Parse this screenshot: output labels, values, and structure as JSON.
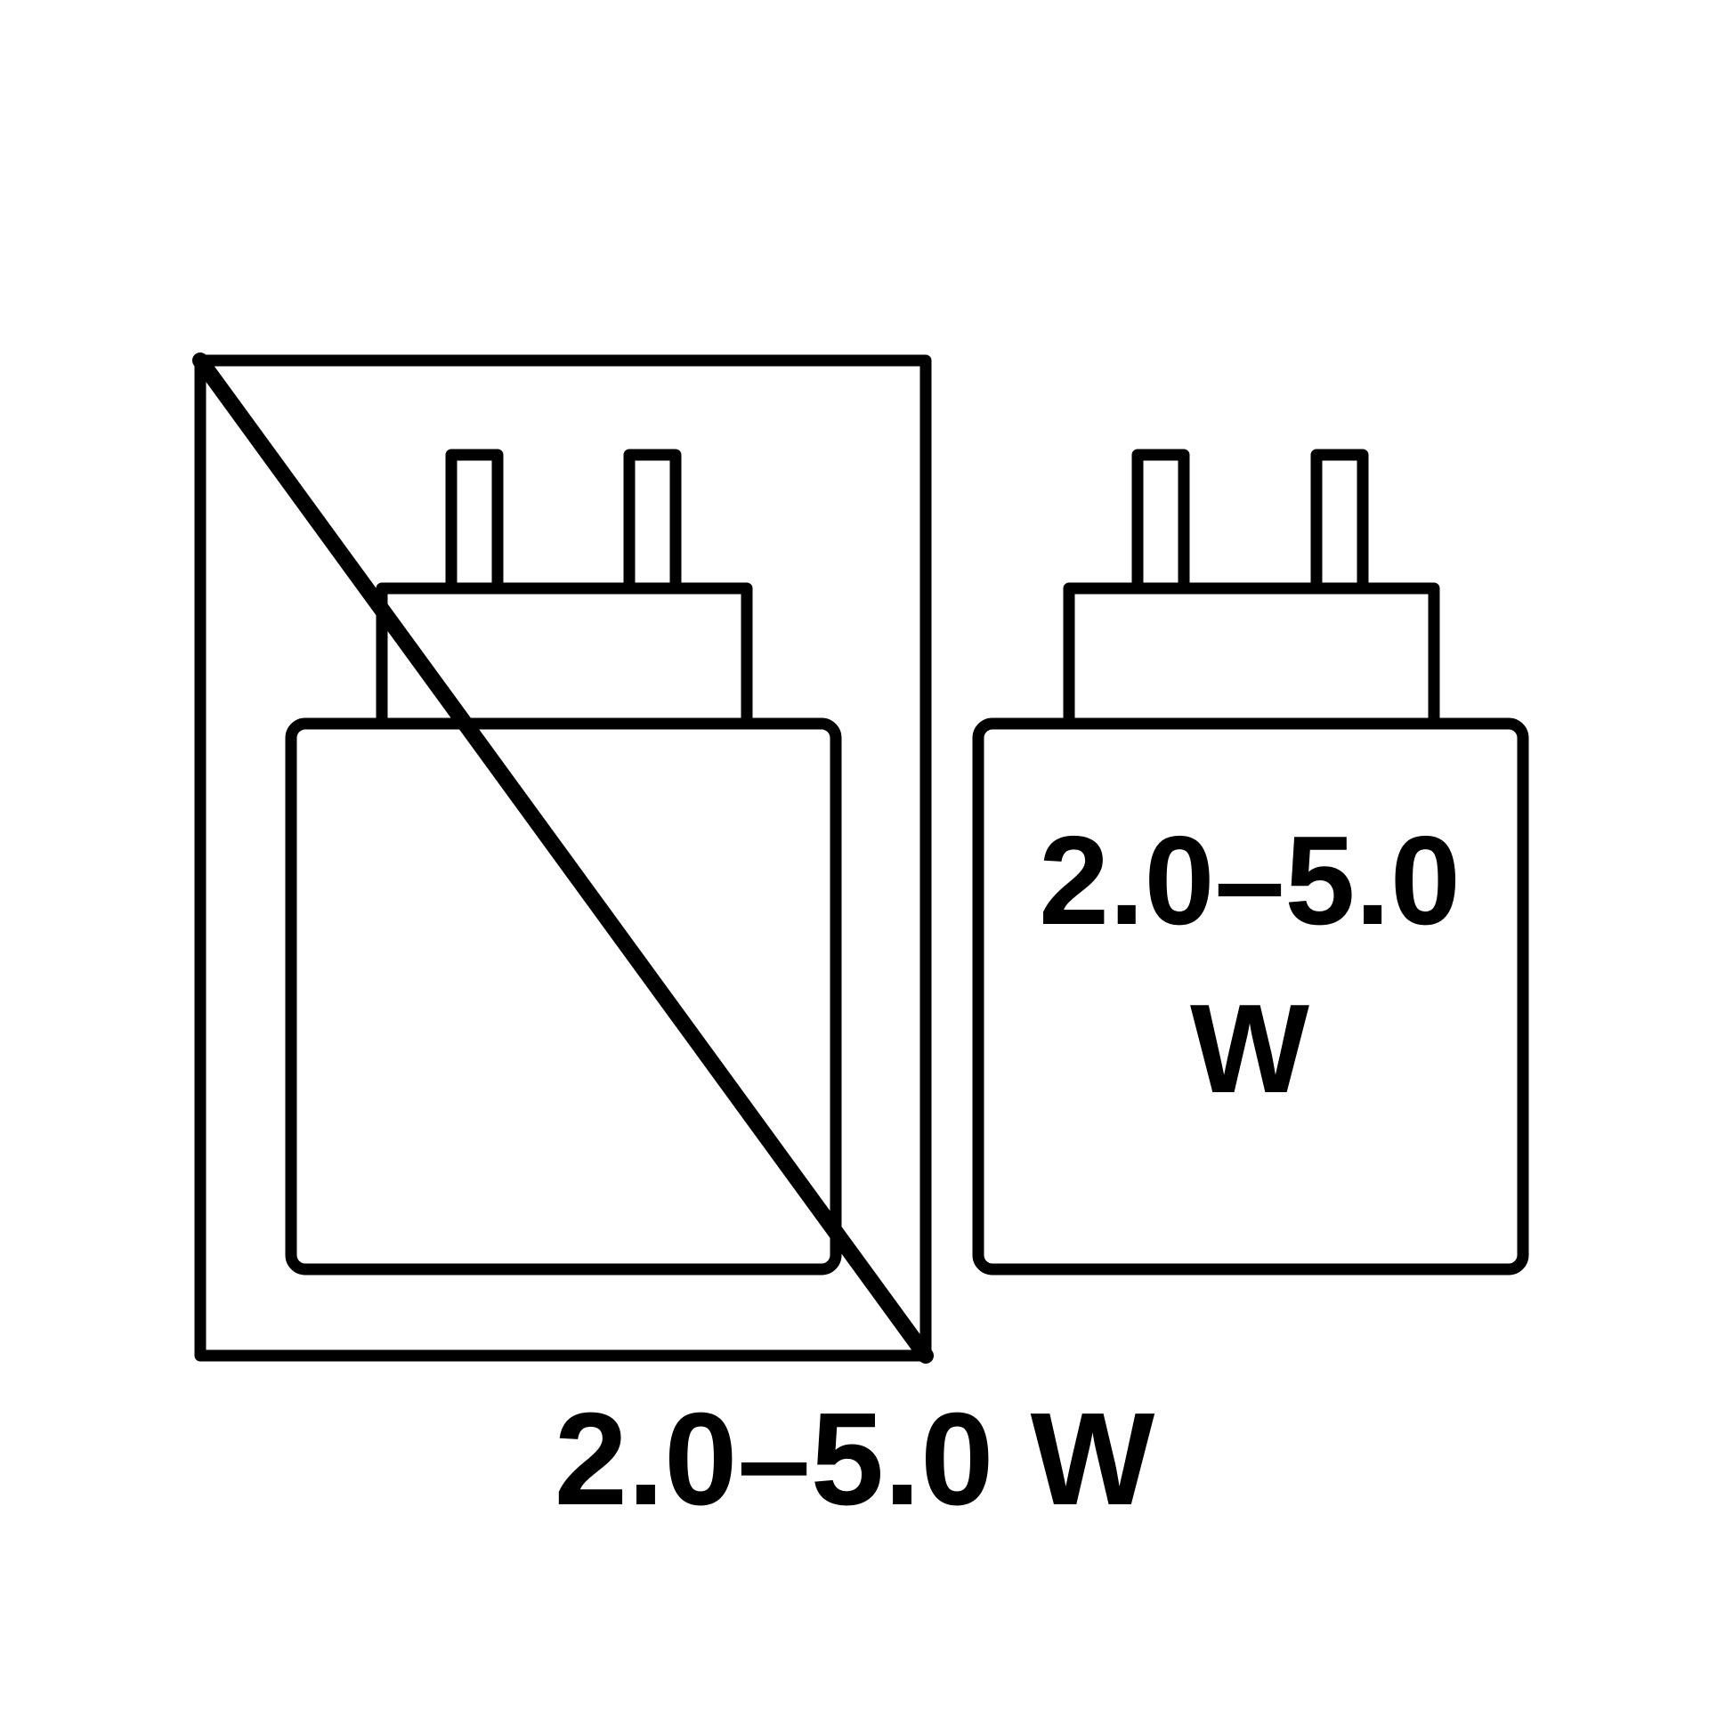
{
  "colors": {
    "background": "#ffffff",
    "ink": "#000000"
  },
  "icons": {
    "crossed_charger": "crossed-out-power-adapter-icon",
    "charger": "power-adapter-icon"
  },
  "charger_label": {
    "line1": "2.0–5.0",
    "line2": "W"
  },
  "bottom_label": "2.0–5.0 W"
}
